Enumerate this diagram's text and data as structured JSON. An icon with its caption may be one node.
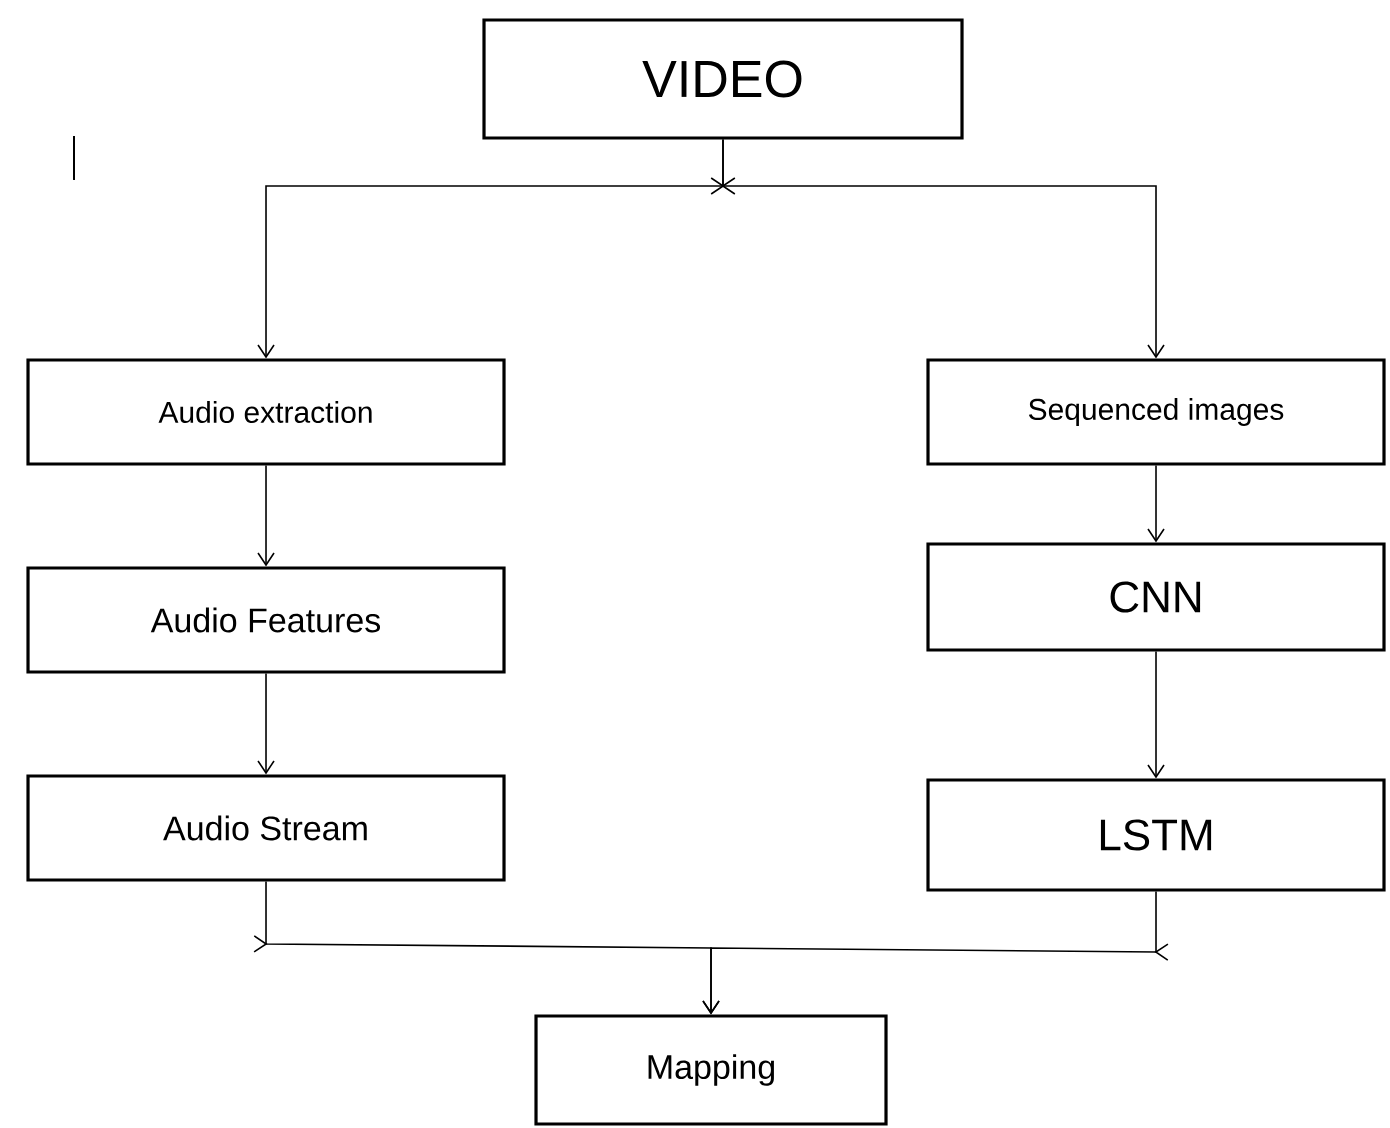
{
  "diagram": {
    "nodes": [
      {
        "text": [
          "VIDEO"
        ]
      },
      {
        "text": [
          "Audio extraction"
        ]
      },
      {
        "text": [
          "Sequenced images"
        ]
      },
      {
        "text": [
          "Audio Features"
        ]
      },
      {
        "text": [
          "CNN"
        ]
      },
      {
        "text": [
          "Audio Stream"
        ]
      },
      {
        "text": [
          "LSTM"
        ]
      },
      {
        "text": [
          "Mapping"
        ]
      }
    ],
    "edges": [
      {
        "from": 0,
        "to": 1,
        "arrow": "to"
      },
      {
        "from": 0,
        "to": 2,
        "arrow": "to"
      },
      {
        "from": 1,
        "to": 3,
        "arrow": "to"
      },
      {
        "from": 3,
        "to": 5,
        "arrow": "to"
      },
      {
        "from": 2,
        "to": 4,
        "arrow": "to"
      },
      {
        "from": 4,
        "to": 6,
        "arrow": "to"
      },
      {
        "from": 5,
        "to": 7,
        "arrow": "to"
      },
      {
        "from": 6,
        "to": 7,
        "arrow": "to"
      }
    ]
  }
}
